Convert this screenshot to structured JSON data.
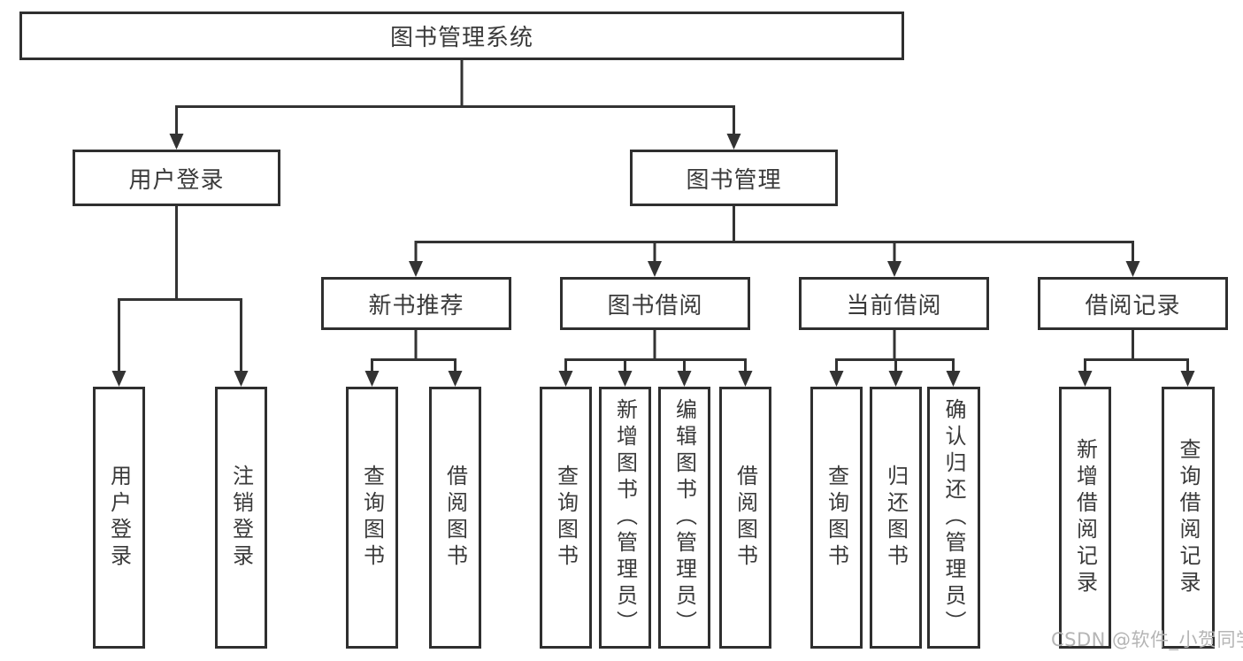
{
  "root": {
    "label": "图书管理系统"
  },
  "nodes": {
    "user_login": {
      "label": "用户登录"
    },
    "book_management": {
      "label": "图书管理"
    },
    "new_book_recommend": {
      "label": "新书推荐"
    },
    "book_borrow": {
      "label": "图书借阅"
    },
    "current_borrow": {
      "label": "当前借阅"
    },
    "borrow_record": {
      "label": "借阅记录"
    }
  },
  "leaves": [
    {
      "label": "用户登录"
    },
    {
      "label": "注销登录"
    },
    {
      "label": "查询图书"
    },
    {
      "label": "借阅图书"
    },
    {
      "label": "查询图书"
    },
    {
      "label": "新增图书（管理员）"
    },
    {
      "label": "编辑图书（管理员）"
    },
    {
      "label": "借阅图书"
    },
    {
      "label": "查询图书"
    },
    {
      "label": "归还图书"
    },
    {
      "label": "确认归还（管理员）"
    },
    {
      "label": "新增借阅记录"
    },
    {
      "label": "查询借阅记录"
    }
  ],
  "watermark": "CSDN @软件_小贺同学",
  "colors": {
    "line": "#333333",
    "border": "#2f2f2f",
    "text": "#3a3a3a",
    "watermark_text": "#b5b5b5",
    "background": "#ffffff"
  }
}
